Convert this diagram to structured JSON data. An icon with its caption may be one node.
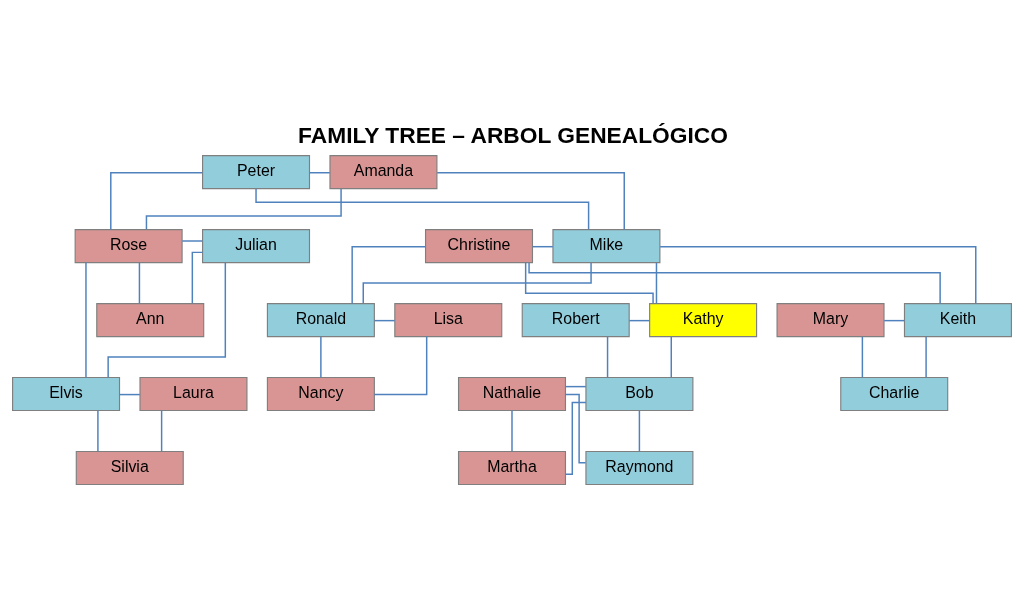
{
  "diagram": {
    "title": "FAMILY TREE – ARBOL GENEALÓGICO",
    "nodes": [
      {
        "text": [
          "Peter"
        ]
      },
      {
        "text": [
          "Amanda"
        ]
      },
      {
        "text": [
          "Rose"
        ]
      },
      {
        "text": [
          "Julian"
        ]
      },
      {
        "text": [
          "Christine"
        ]
      },
      {
        "text": [
          "Mike"
        ]
      },
      {
        "text": [
          "Ann"
        ]
      },
      {
        "text": [
          "Ronald"
        ]
      },
      {
        "text": [
          "Lisa"
        ]
      },
      {
        "text": [
          "Robert"
        ]
      },
      {
        "text": [
          "Kathy"
        ]
      },
      {
        "text": [
          "Mary"
        ]
      },
      {
        "text": [
          "Keith"
        ]
      },
      {
        "text": [
          "Nancy"
        ]
      },
      {
        "text": [
          "Nathalie"
        ]
      },
      {
        "text": [
          "Bob"
        ]
      },
      {
        "text": [
          "Charlie"
        ]
      },
      {
        "text": [
          "Elvis"
        ]
      },
      {
        "text": [
          "Laura"
        ]
      },
      {
        "text": [
          "Silvia"
        ]
      },
      {
        "text": [
          "Raymond"
        ]
      },
      {
        "text": [
          "Martha"
        ]
      }
    ],
    "edges": [
      {
        "from": 0,
        "to": 1,
        "arrow": "none"
      },
      {
        "from": 0,
        "to": 2,
        "arrow": "none"
      },
      {
        "from": 1,
        "to": 2,
        "arrow": "none"
      },
      {
        "from": 0,
        "to": 5,
        "arrow": "none"
      },
      {
        "from": 1,
        "to": 5,
        "arrow": "none"
      },
      {
        "from": 2,
        "to": 3,
        "arrow": "none"
      },
      {
        "from": 4,
        "to": 5,
        "arrow": "none"
      },
      {
        "from": 2,
        "to": 17,
        "arrow": "none"
      },
      {
        "from": 3,
        "to": 17,
        "arrow": "none"
      },
      {
        "from": 2,
        "to": 6,
        "arrow": "none"
      },
      {
        "from": 3,
        "to": 6,
        "arrow": "none"
      },
      {
        "from": 4,
        "to": 7,
        "arrow": "none"
      },
      {
        "from": 5,
        "to": 7,
        "arrow": "none"
      },
      {
        "from": 4,
        "to": 10,
        "arrow": "none"
      },
      {
        "from": 5,
        "to": 10,
        "arrow": "none"
      },
      {
        "from": 4,
        "to": 12,
        "arrow": "none"
      },
      {
        "from": 5,
        "to": 12,
        "arrow": "none"
      },
      {
        "from": 7,
        "to": 8,
        "arrow": "none"
      },
      {
        "from": 9,
        "to": 10,
        "arrow": "none"
      },
      {
        "from": 11,
        "to": 12,
        "arrow": "none"
      },
      {
        "from": 7,
        "to": 13,
        "arrow": "none"
      },
      {
        "from": 8,
        "to": 13,
        "arrow": "none"
      },
      {
        "from": 9,
        "to": 15,
        "arrow": "none"
      },
      {
        "from": 10,
        "to": 15,
        "arrow": "none"
      },
      {
        "from": 11,
        "to": 16,
        "arrow": "none"
      },
      {
        "from": 12,
        "to": 16,
        "arrow": "none"
      },
      {
        "from": 14,
        "to": 15,
        "arrow": "none"
      },
      {
        "from": 14,
        "to": 20,
        "arrow": "none"
      },
      {
        "from": 15,
        "to": 20,
        "arrow": "none"
      },
      {
        "from": 14,
        "to": 21,
        "arrow": "none"
      },
      {
        "from": 15,
        "to": 21,
        "arrow": "none"
      },
      {
        "from": 17,
        "to": 18,
        "arrow": "none"
      },
      {
        "from": 17,
        "to": 19,
        "arrow": "none"
      },
      {
        "from": 18,
        "to": 19,
        "arrow": "none"
      }
    ]
  }
}
